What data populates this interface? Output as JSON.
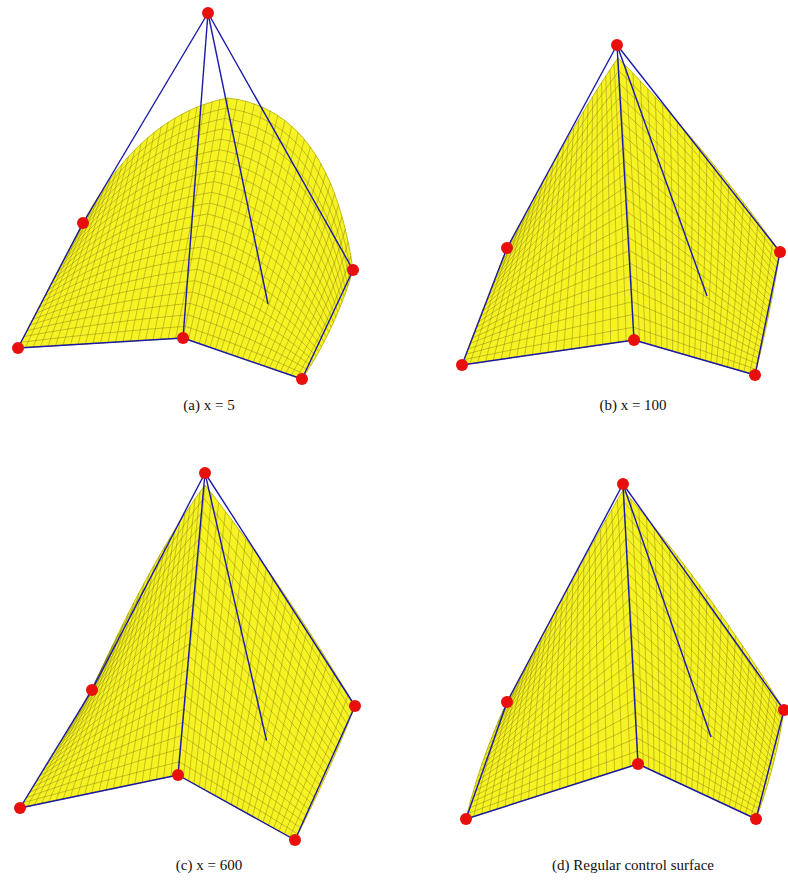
{
  "diagram": {
    "labels": [
      "(a) x = 5",
      "(b) x = 100",
      "(c) x = 600",
      "(d) Regular control surface"
    ]
  }
}
